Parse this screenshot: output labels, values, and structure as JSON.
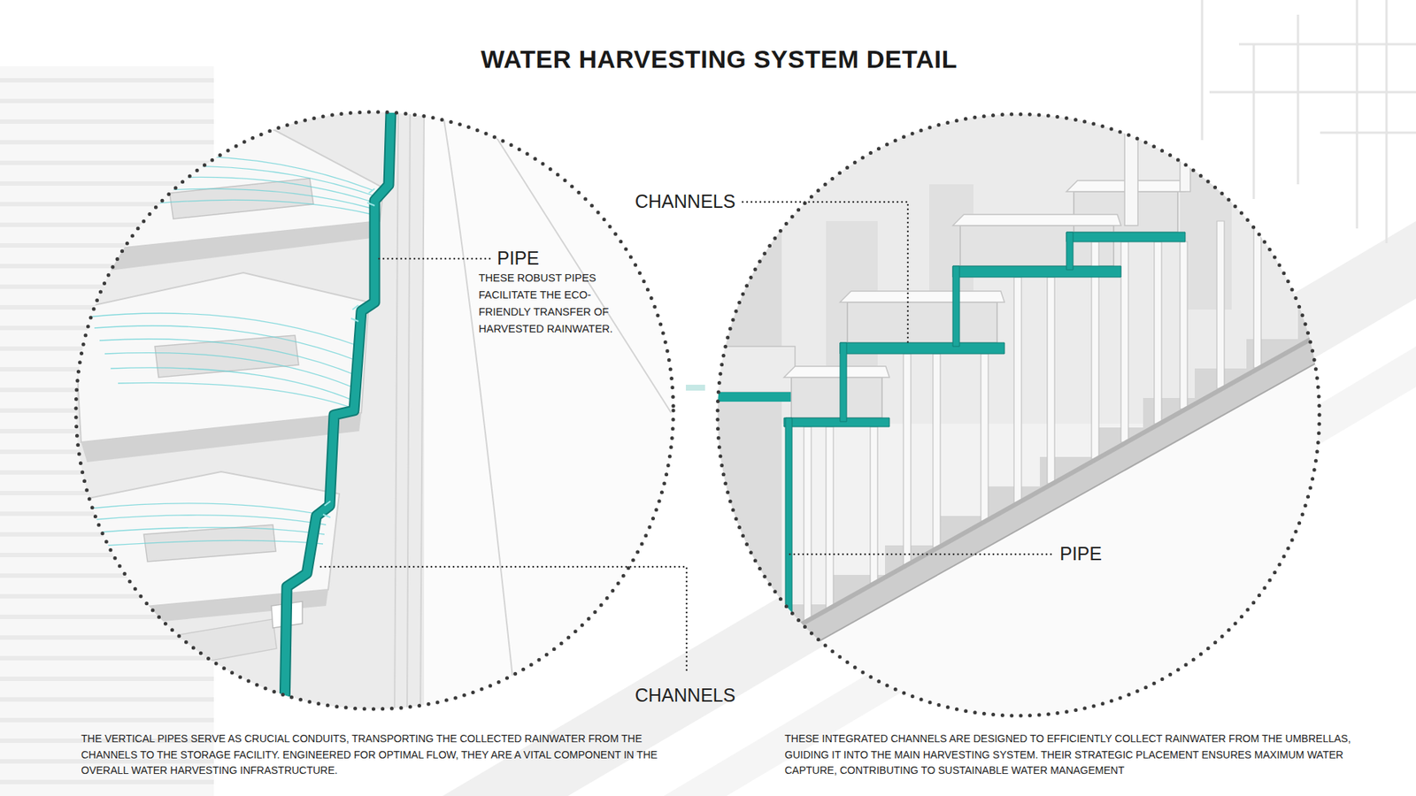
{
  "diagram": {
    "title": "WATER HARVESTING SYSTEM DETAIL",
    "labels": [
      "CHANNELS",
      "PIPE",
      "THESE ROBUST PIPES FACILITATE THE ECO-FRIENDLY TRANSFER OF HARVESTED RAINWATER.",
      "PIPE",
      "CHANNELS",
      "THE VERTICAL PIPES SERVE AS CRUCIAL CONDUITS, TRANSPORTING THE COLLECTED RAINWATER FROM THE CHANNELS TO THE STORAGE FACILITY. ENGINEERED FOR OPTIMAL FLOW, THEY ARE A VITAL COMPONENT IN THE OVERALL WATER HARVESTING INFRASTRUCTURE.",
      "THESE INTEGRATED CHANNELS ARE DESIGNED TO EFFICIENTLY COLLECT RAINWATER FROM THE UMBRELLAS, GUIDING IT INTO THE MAIN HARVESTING SYSTEM. THEIR STRATEGIC PLACEMENT ENSURES MAXIMUM WATER CAPTURE, CONTRIBUTING TO SUSTAINABLE WATER MANAGEMENT"
    ]
  }
}
